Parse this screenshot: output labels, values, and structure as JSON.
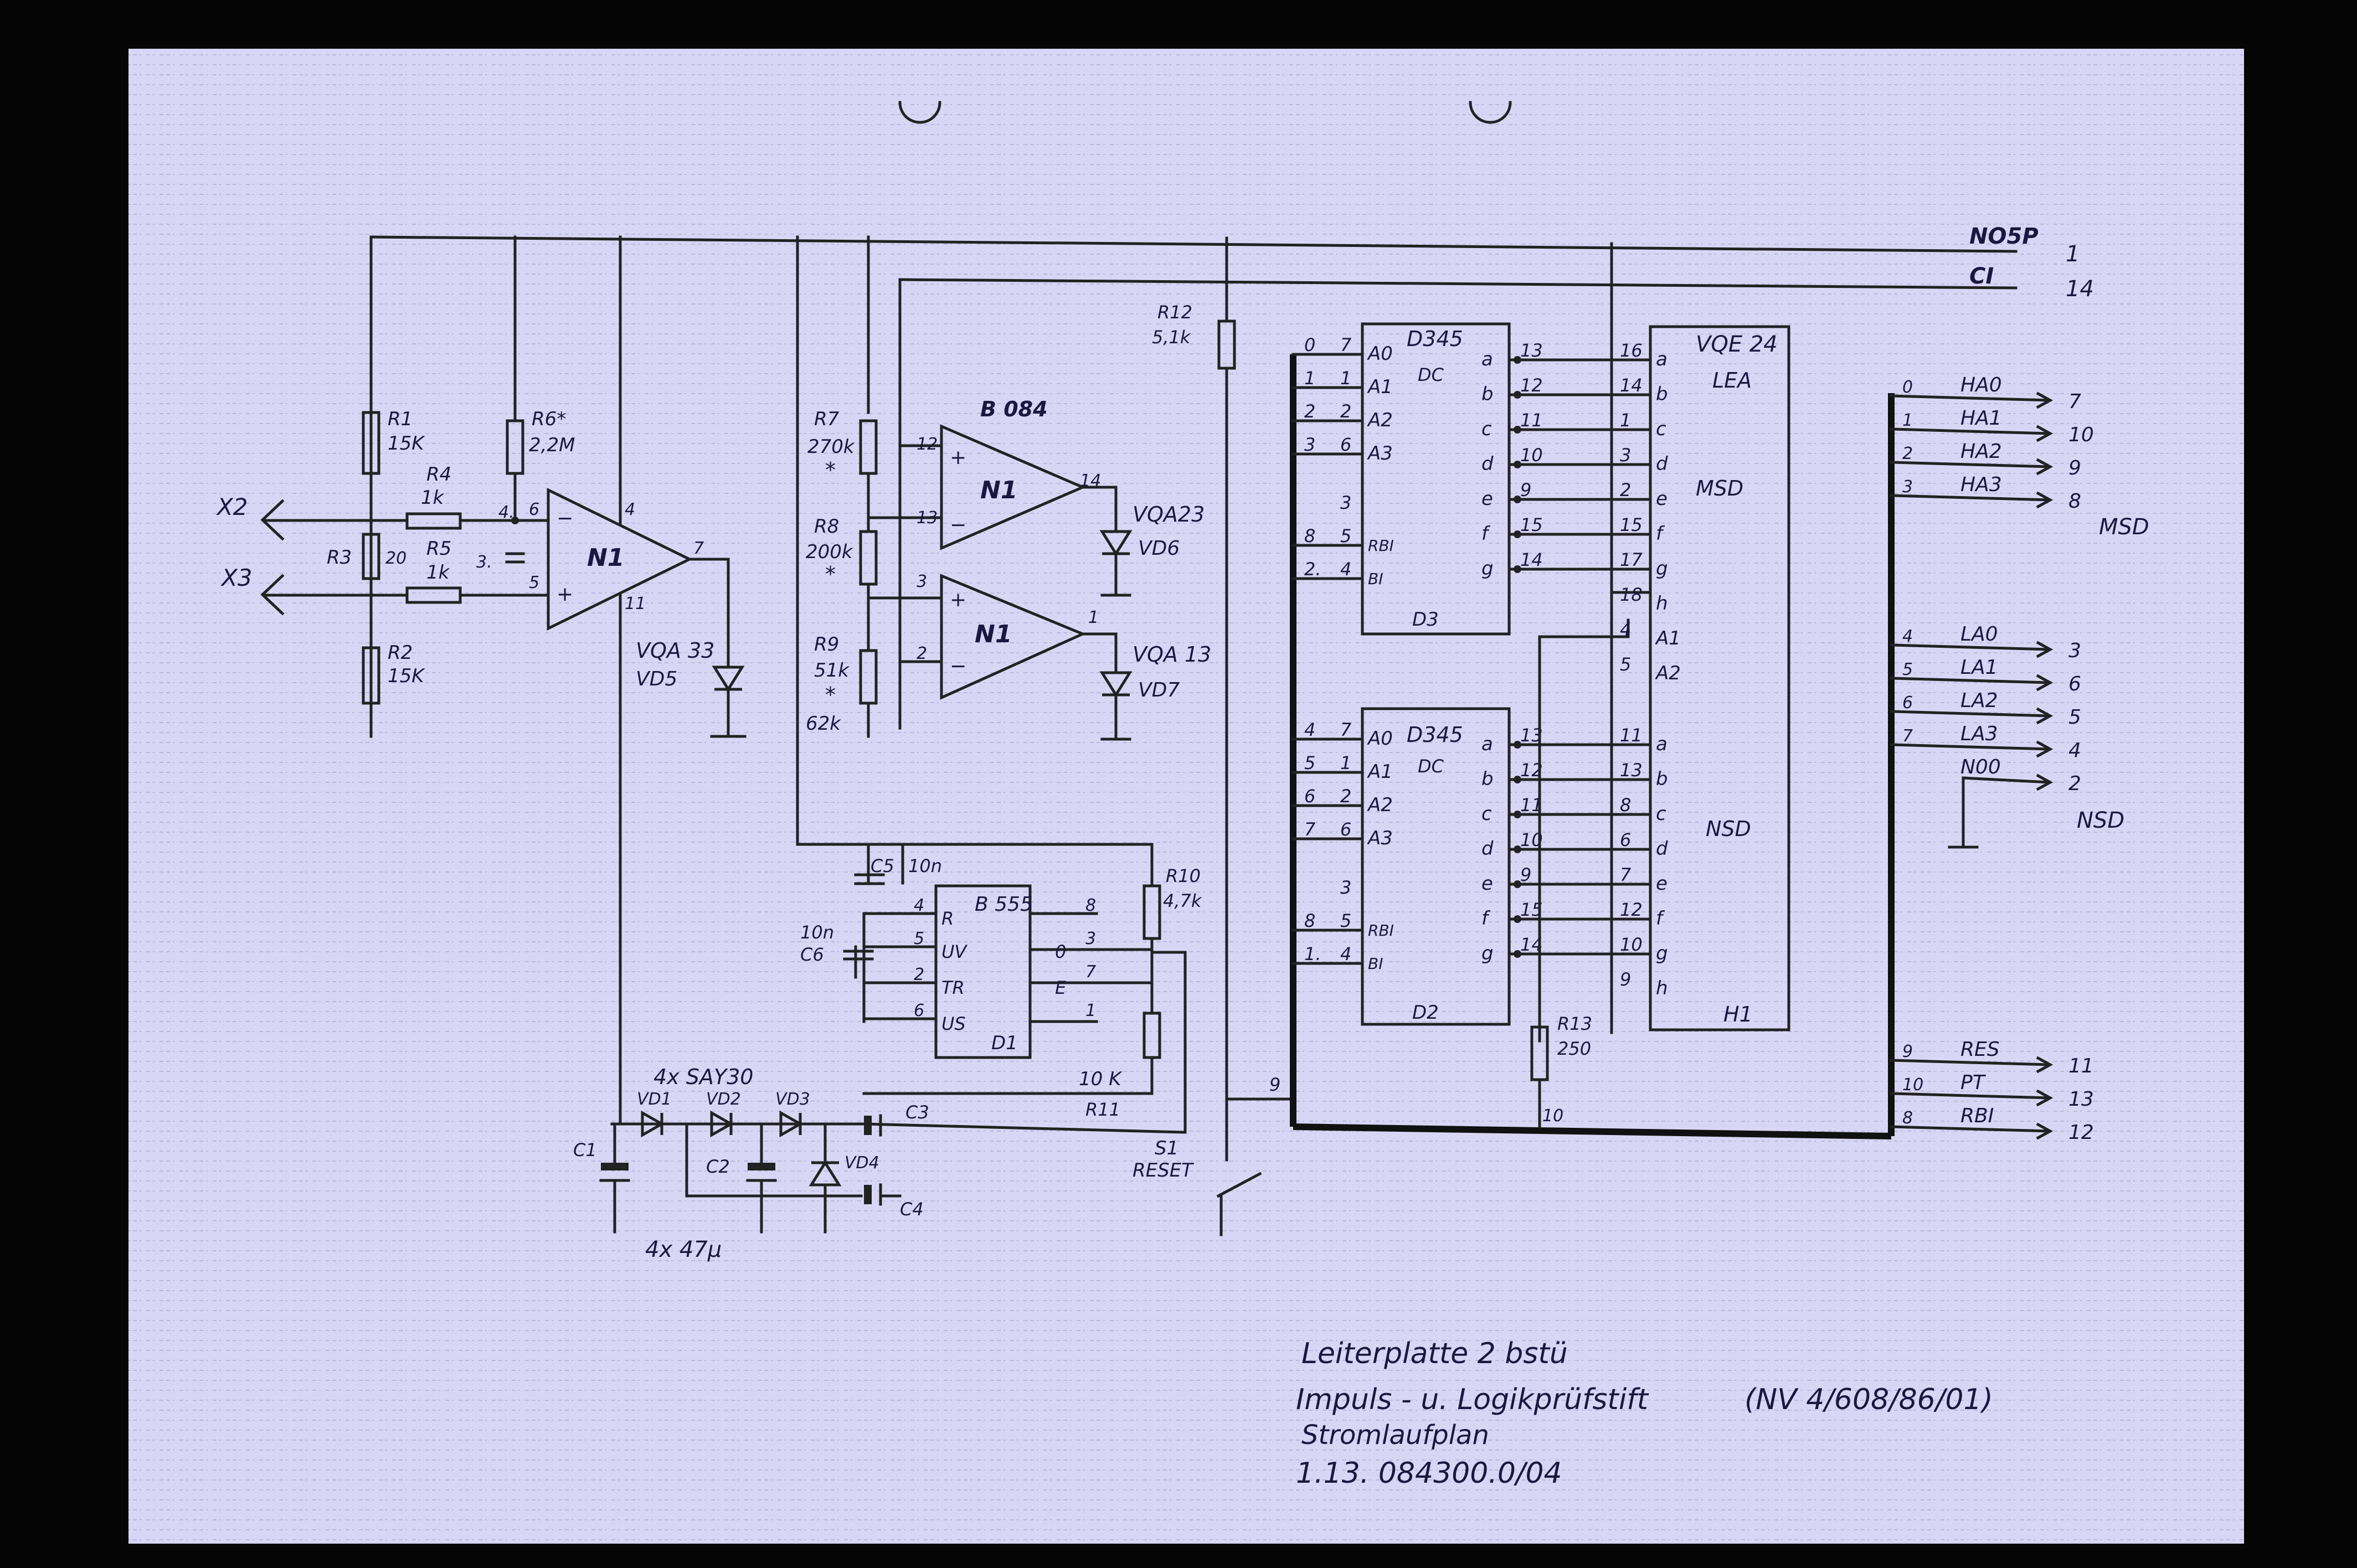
{
  "title_block": {
    "board": "Leiterplatte 2 bstü",
    "description": "Impuls - u. Logikprüfstift",
    "doc_number": "(NV 4/608/86/01)",
    "type": "Stromlaufplan",
    "drawing_no": "1.13. 084300.0/04"
  },
  "inputs": {
    "x2": "X2",
    "x3": "X3"
  },
  "rails": {
    "top": "NO5P",
    "ci": "CI",
    "top_pin": "1",
    "ci_pin": "14"
  },
  "resistors": {
    "r1": {
      "name": "R1",
      "value": "15K"
    },
    "r2": {
      "name": "R2",
      "value": "15K"
    },
    "r3": {
      "name": "R3",
      "value": "20"
    },
    "r4": {
      "name": "R4",
      "value": "1k"
    },
    "r5": {
      "name": "R5",
      "value": "1k"
    },
    "r6": {
      "name": "R6*",
      "value": "2,2M"
    },
    "r7": {
      "name": "R7",
      "value": "270k"
    },
    "r8": {
      "name": "R8",
      "value": "200k"
    },
    "r9": {
      "name": "R9",
      "value": "51k"
    },
    "r9_alt": "62k",
    "r10": {
      "name": "R10",
      "value": "4,7k"
    },
    "r11": {
      "name": "R11",
      "value": "10 K"
    },
    "r12": {
      "name": "R12",
      "value": "5,1k"
    },
    "r13": {
      "name": "R13",
      "value": "250"
    }
  },
  "star": "*",
  "opamps": {
    "n1a": {
      "name": "N1",
      "pins": [
        "6",
        "5",
        "4",
        "11",
        "7"
      ],
      "marks": [
        "4.",
        "3."
      ]
    },
    "n1b": {
      "name": "N1",
      "pins": [
        "12",
        "13",
        "14"
      ]
    },
    "n1c": {
      "name": "N1",
      "pins": [
        "3",
        "2",
        "1"
      ]
    },
    "chip": "B 084"
  },
  "diodes": {
    "vd5": {
      "type": "VQA 33",
      "name": "VD5"
    },
    "vd6": {
      "type": "VQA23",
      "name": "VD6"
    },
    "vd7": {
      "type": "VQA 13",
      "name": "VD7"
    },
    "vd1": "VD1",
    "vd2": "VD2",
    "vd3": "VD3",
    "vd4": "VD4",
    "group": "4x SAY30"
  },
  "caps": {
    "c1": "C1",
    "c2": "C2",
    "c3": "C3",
    "c4": "C4",
    "c5": "C5",
    "c5_val": "10n",
    "c6": "C6",
    "c6_val": "10n",
    "group": "4x 47µ"
  },
  "timer": {
    "name": "B 555",
    "ref": "D1",
    "pins": [
      {
        "n": "4",
        "l": "R"
      },
      {
        "n": "5",
        "l": "UV"
      },
      {
        "n": "2",
        "l": "TR"
      },
      {
        "n": "6",
        "l": "US"
      }
    ],
    "right_pins": [
      "8",
      "3",
      "7",
      "1"
    ],
    "right_labels": [
      "0",
      "E"
    ]
  },
  "switch": {
    "name": "S1",
    "label": "RESET",
    "pin": "9"
  },
  "decoder_top": {
    "type": "D345",
    "sub": "DC",
    "ref": "D3",
    "left": [
      {
        "p": "0",
        "n": "7",
        "a": "A0"
      },
      {
        "p": "1",
        "n": "1",
        "a": "A1"
      },
      {
        "p": "2",
        "n": "2",
        "a": "A2"
      },
      {
        "p": "3",
        "n": "6",
        "a": "A3"
      }
    ],
    "ctrl": [
      {
        "p": "",
        "n": "3"
      },
      {
        "p": "8",
        "n": "5",
        "a": "RBI"
      },
      {
        "p": "2.",
        "n": "4",
        "a": "BI"
      }
    ],
    "outs": [
      {
        "s": "a",
        "n": "13"
      },
      {
        "s": "b",
        "n": "12"
      },
      {
        "s": "c",
        "n": "11"
      },
      {
        "s": "d",
        "n": "10"
      },
      {
        "s": "e",
        "n": "9"
      },
      {
        "s": "f",
        "n": "15"
      },
      {
        "s": "g",
        "n": "14"
      }
    ]
  },
  "decoder_bot": {
    "type": "D345",
    "sub": "DC",
    "ref": "D2",
    "left": [
      {
        "p": "4",
        "n": "7",
        "a": "A0"
      },
      {
        "p": "5",
        "n": "1",
        "a": "A1"
      },
      {
        "p": "6",
        "n": "2",
        "a": "A2"
      },
      {
        "p": "7",
        "n": "6",
        "a": "A3"
      }
    ],
    "ctrl": [
      {
        "p": "",
        "n": "3"
      },
      {
        "p": "8",
        "n": "5",
        "a": "RBI"
      },
      {
        "p": "1.",
        "n": "4",
        "a": "BI"
      }
    ],
    "outs": [
      {
        "s": "a",
        "n": "13"
      },
      {
        "s": "b",
        "n": "12"
      },
      {
        "s": "c",
        "n": "11"
      },
      {
        "s": "d",
        "n": "10"
      },
      {
        "s": "e",
        "n": "9"
      },
      {
        "s": "f",
        "n": "15"
      },
      {
        "s": "g",
        "n": "14"
      }
    ]
  },
  "display": {
    "type": "VQE 24",
    "sub": "LEA",
    "ref": "H1",
    "msd": "MSD",
    "nsd": "NSD",
    "top_pins": [
      {
        "n": "16",
        "s": "a"
      },
      {
        "n": "14",
        "s": "b"
      },
      {
        "n": "1",
        "s": "c"
      },
      {
        "n": "3",
        "s": "d"
      },
      {
        "n": "2",
        "s": "e"
      },
      {
        "n": "15",
        "s": "f"
      },
      {
        "n": "17",
        "s": "g"
      },
      {
        "n": "18",
        "s": "h"
      },
      {
        "n": "4",
        "s": "A1"
      },
      {
        "n": "5",
        "s": "A2"
      }
    ],
    "bot_pins": [
      {
        "n": "11",
        "s": "a"
      },
      {
        "n": "13",
        "s": "b"
      },
      {
        "n": "8",
        "s": "c"
      },
      {
        "n": "6",
        "s": "d"
      },
      {
        "n": "7",
        "s": "e"
      },
      {
        "n": "12",
        "s": "f"
      },
      {
        "n": "10",
        "s": "g"
      },
      {
        "n": "9",
        "s": "h"
      }
    ]
  },
  "bus_right": [
    {
      "i": "0",
      "name": "HA0",
      "pin": "7"
    },
    {
      "i": "1",
      "name": "HA1",
      "pin": "10"
    },
    {
      "i": "2",
      "name": "HA2",
      "pin": "9"
    },
    {
      "i": "3",
      "name": "HA3",
      "pin": "8"
    },
    {
      "i": "4",
      "name": "LA0",
      "pin": "3"
    },
    {
      "i": "5",
      "name": "LA1",
      "pin": "6"
    },
    {
      "i": "6",
      "name": "LA2",
      "pin": "5"
    },
    {
      "i": "7",
      "name": "LA3",
      "pin": "4"
    },
    {
      "i": "",
      "name": "N00",
      "pin": "2"
    },
    {
      "i": "9",
      "name": "RES",
      "pin": "11"
    },
    {
      "i": "10",
      "name": "PT",
      "pin": "13"
    },
    {
      "i": "8",
      "name": "RBI",
      "pin": "12"
    }
  ],
  "bus_labels": {
    "msd": "MSD",
    "nsd": "NSD",
    "bottom_pin": "10"
  }
}
